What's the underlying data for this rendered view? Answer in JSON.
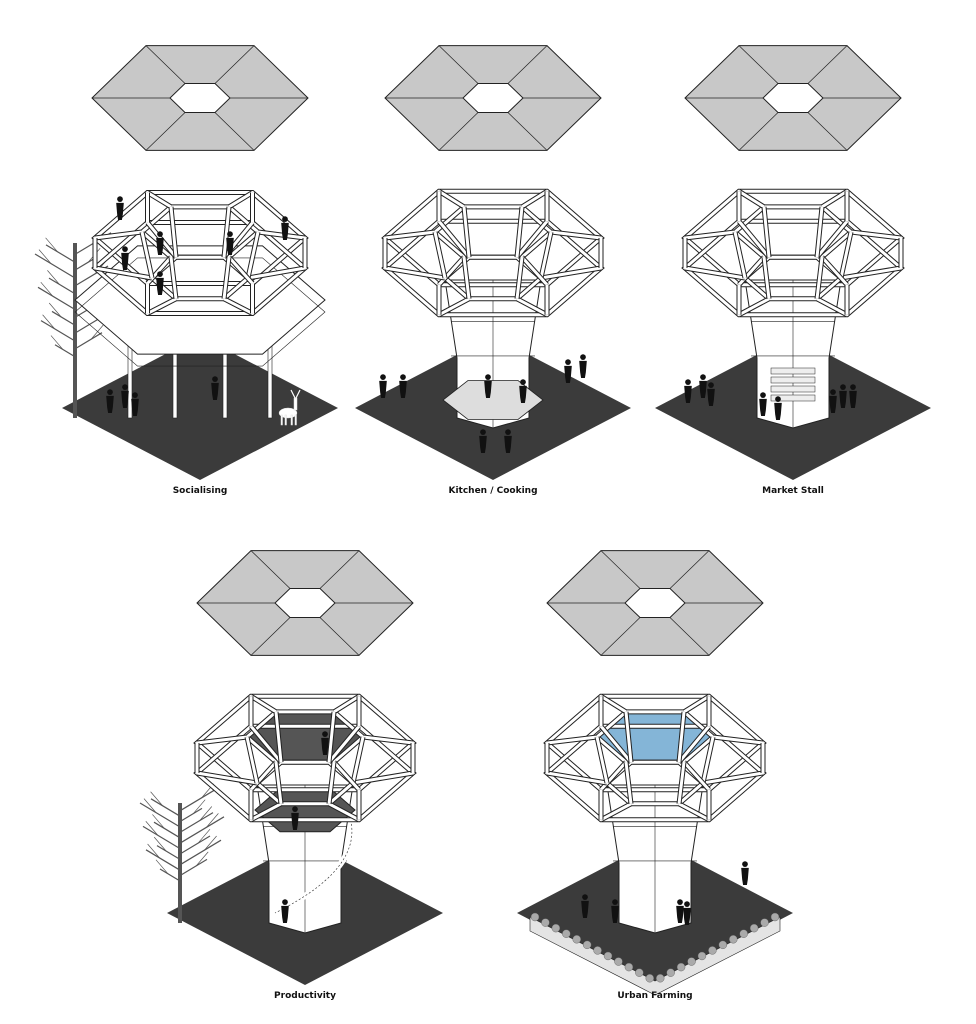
{
  "title": "Pavilion programme diagrams",
  "panels": [
    {
      "label": "Socialising",
      "variant": "social"
    },
    {
      "label": "Kitchen / Cooking",
      "variant": "kitchen"
    },
    {
      "label": "Market Stall",
      "variant": "market"
    },
    {
      "label": "Productivity",
      "variant": "productivity"
    },
    {
      "label": "Urban Farming",
      "variant": "farming"
    }
  ],
  "colors": {
    "roof": "#c8c8c8",
    "ground": "#3b3b3b",
    "frame": "#ffffff",
    "stroke": "#222222",
    "figure": "#111111",
    "water": "#6fa8d0"
  }
}
